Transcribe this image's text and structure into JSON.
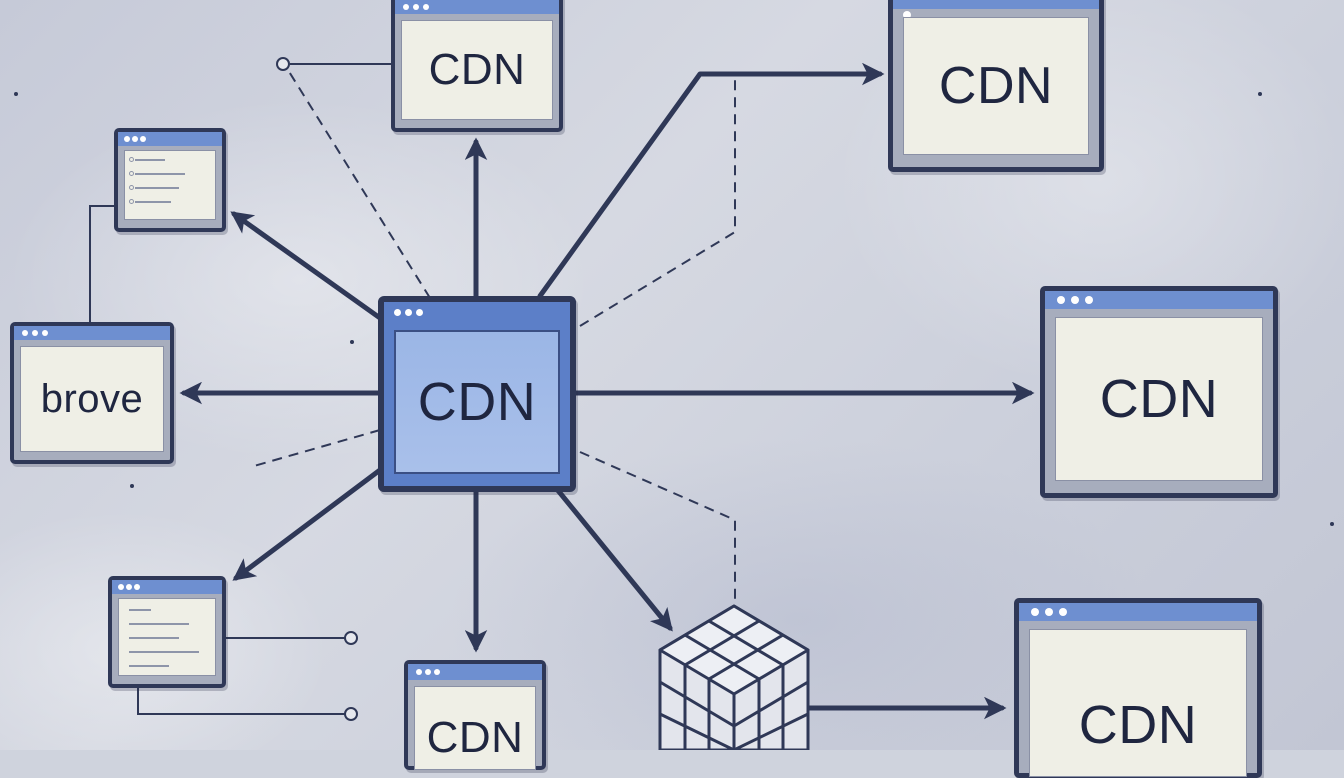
{
  "nodes": {
    "hub": "CDN",
    "top": "CDN",
    "top_right": "CDN",
    "right": "CDN",
    "bottom_right": "CDN",
    "bottom": "CDN",
    "left": "brove"
  },
  "colors": {
    "line": "#2f3857",
    "titlebar": "#6e8fd0",
    "hub_fill": "#a9c0ea",
    "pane": "#efefe6"
  },
  "icons": [
    "cube-grid-icon",
    "list-window-icon",
    "endpoint-circle-icon"
  ]
}
